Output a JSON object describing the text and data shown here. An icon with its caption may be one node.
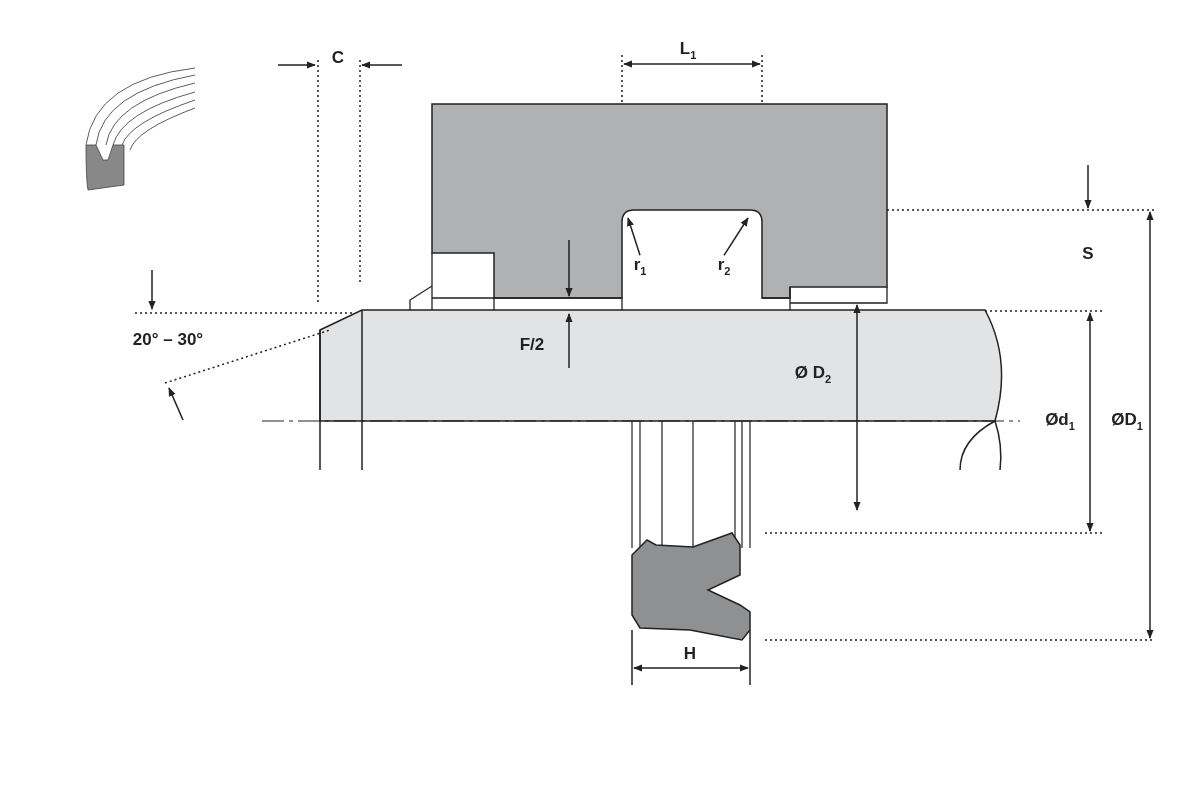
{
  "diagram": {
    "nodes": [
      {
        "text": [
          "r$_{1}$"
        ]
      },
      {
        "text": [
          "r$_{2}$"
        ]
      }
    ],
    "edges": [
      {
        "from": 0,
        "to": null,
        "arrow": "to"
      },
      {
        "from": 1,
        "to": null,
        "arrow": "to"
      }
    ],
    "labels": [
      "C",
      "L$_{1}$",
      "S",
      "20° – 30°",
      "F/2",
      "Ø D$_{2}$",
      "Ød$_{1}$",
      "ØD$_{1}$",
      "H"
    ]
  }
}
